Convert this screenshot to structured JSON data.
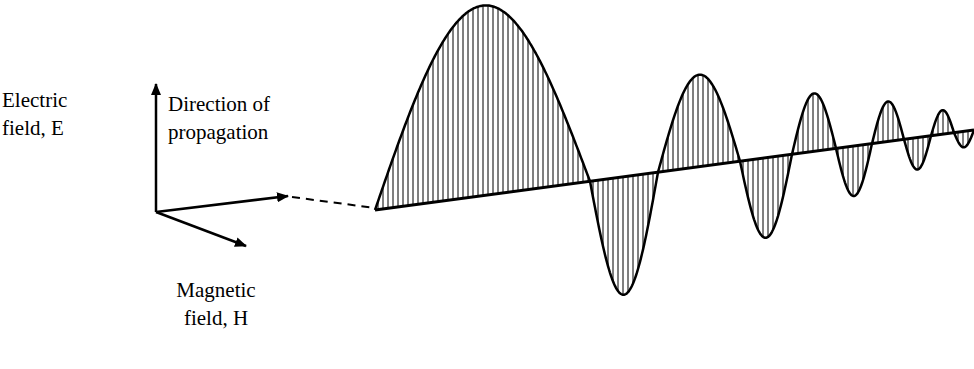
{
  "diagram": {
    "labels": [
      "Electric field, E",
      "Direction of propagation",
      "Magnetic field, H"
    ]
  }
}
